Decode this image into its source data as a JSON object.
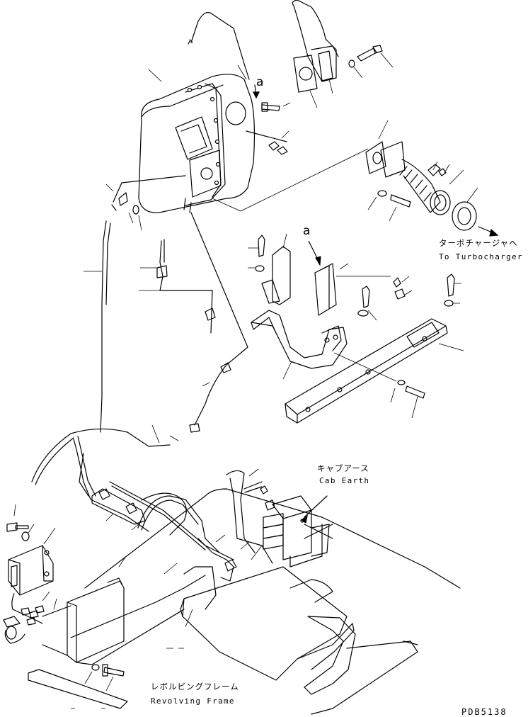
{
  "labels": {
    "turbo_jp": "ターボチャージャヘ",
    "turbo_en": "To Turbocharger",
    "cab_jp": "キャブアース",
    "cab_en": "Cab Earth",
    "frame_jp": "レボルビングフレーム",
    "frame_en": "Revolving Frame",
    "ref_a_top": "a",
    "ref_a_mid": "a",
    "doc_code": "PDB5138"
  }
}
